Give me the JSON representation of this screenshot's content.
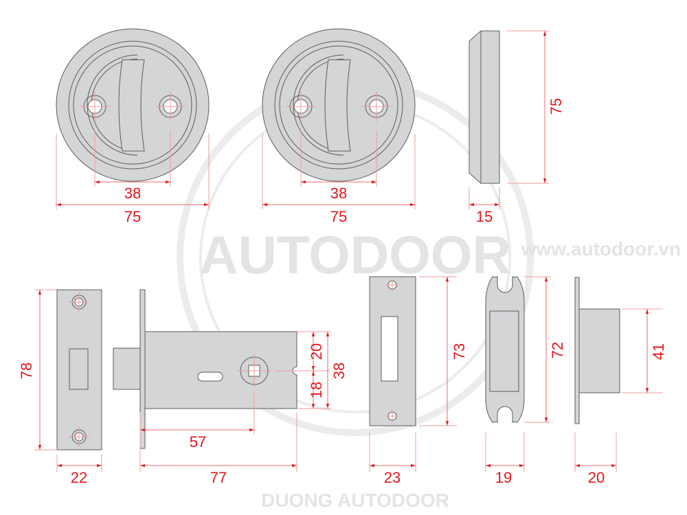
{
  "watermark": {
    "brand": "AUTODOOR",
    "top_arc": "www.autodoor.vn",
    "bottom_arc": "DUONG AUTODOOR"
  },
  "rosette_front_1": {
    "hole_spacing": "38",
    "diameter": "75"
  },
  "rosette_front_2": {
    "hole_spacing": "38",
    "diameter": "75"
  },
  "rosette_side": {
    "height": "75",
    "thickness": "15"
  },
  "latch_faceplate": {
    "height": "78",
    "width": "22"
  },
  "latch_body": {
    "top_to_center": "20",
    "center_to_bottom": "18",
    "body_height": "38",
    "backset": "57",
    "length": "77"
  },
  "strike_plate": {
    "height": "73",
    "width": "23"
  },
  "strike_keeper": {
    "height": "72",
    "width": "19"
  },
  "strike_box": {
    "height": "41",
    "depth": "20"
  },
  "colors": {
    "part_fill": "#d4d5d7",
    "dimension": "#e3161c",
    "outline": "#5a5a5a"
  }
}
